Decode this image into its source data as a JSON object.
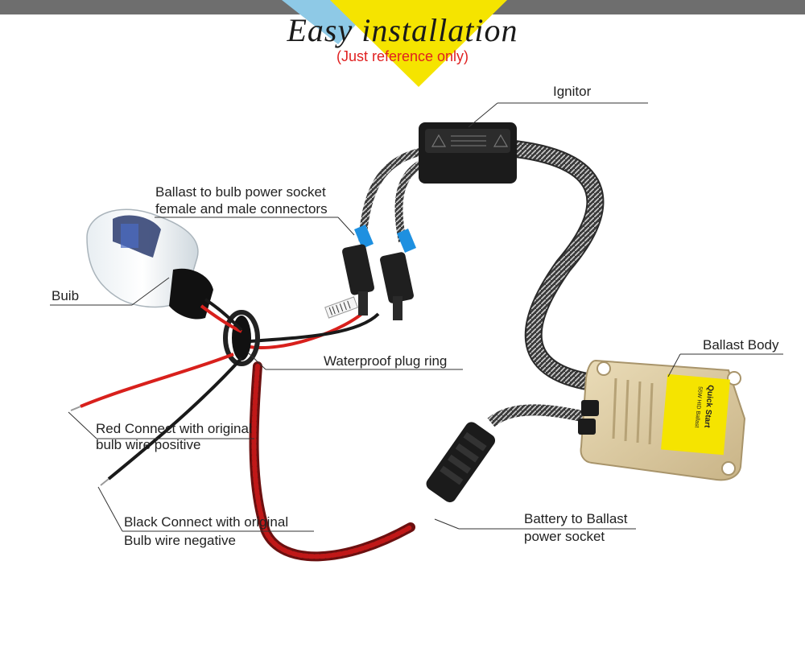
{
  "header": {
    "title": "Easy installation",
    "subtitle": "(Just reference only)"
  },
  "labels": {
    "ignitor": "Ignitor",
    "ballast_socket_line1": "Ballast to bulb power socket",
    "ballast_socket_line2": "female and male connectors",
    "bulb": "Buib",
    "waterproof_ring": "Waterproof plug ring",
    "ballast_body": "Ballast Body",
    "red_line1": "Red Connect with original",
    "red_line2": "bulb wire positive",
    "black_line1": "Black Connect with original",
    "black_line2": "Bulb wire negative",
    "battery_line1": "Battery to Ballast",
    "battery_line2": "power socket"
  },
  "product_text": {
    "ballast_brand": "Quick Start",
    "ballast_model": "55W HID Ballast"
  },
  "colors": {
    "accent_yellow": "#f5e400",
    "accent_blue": "#8ec9e6",
    "subtitle_red": "#e02020",
    "wire_red": "#d8201c",
    "connector_blue": "#1e90e0",
    "ballast_gold": "#d9c79e"
  }
}
